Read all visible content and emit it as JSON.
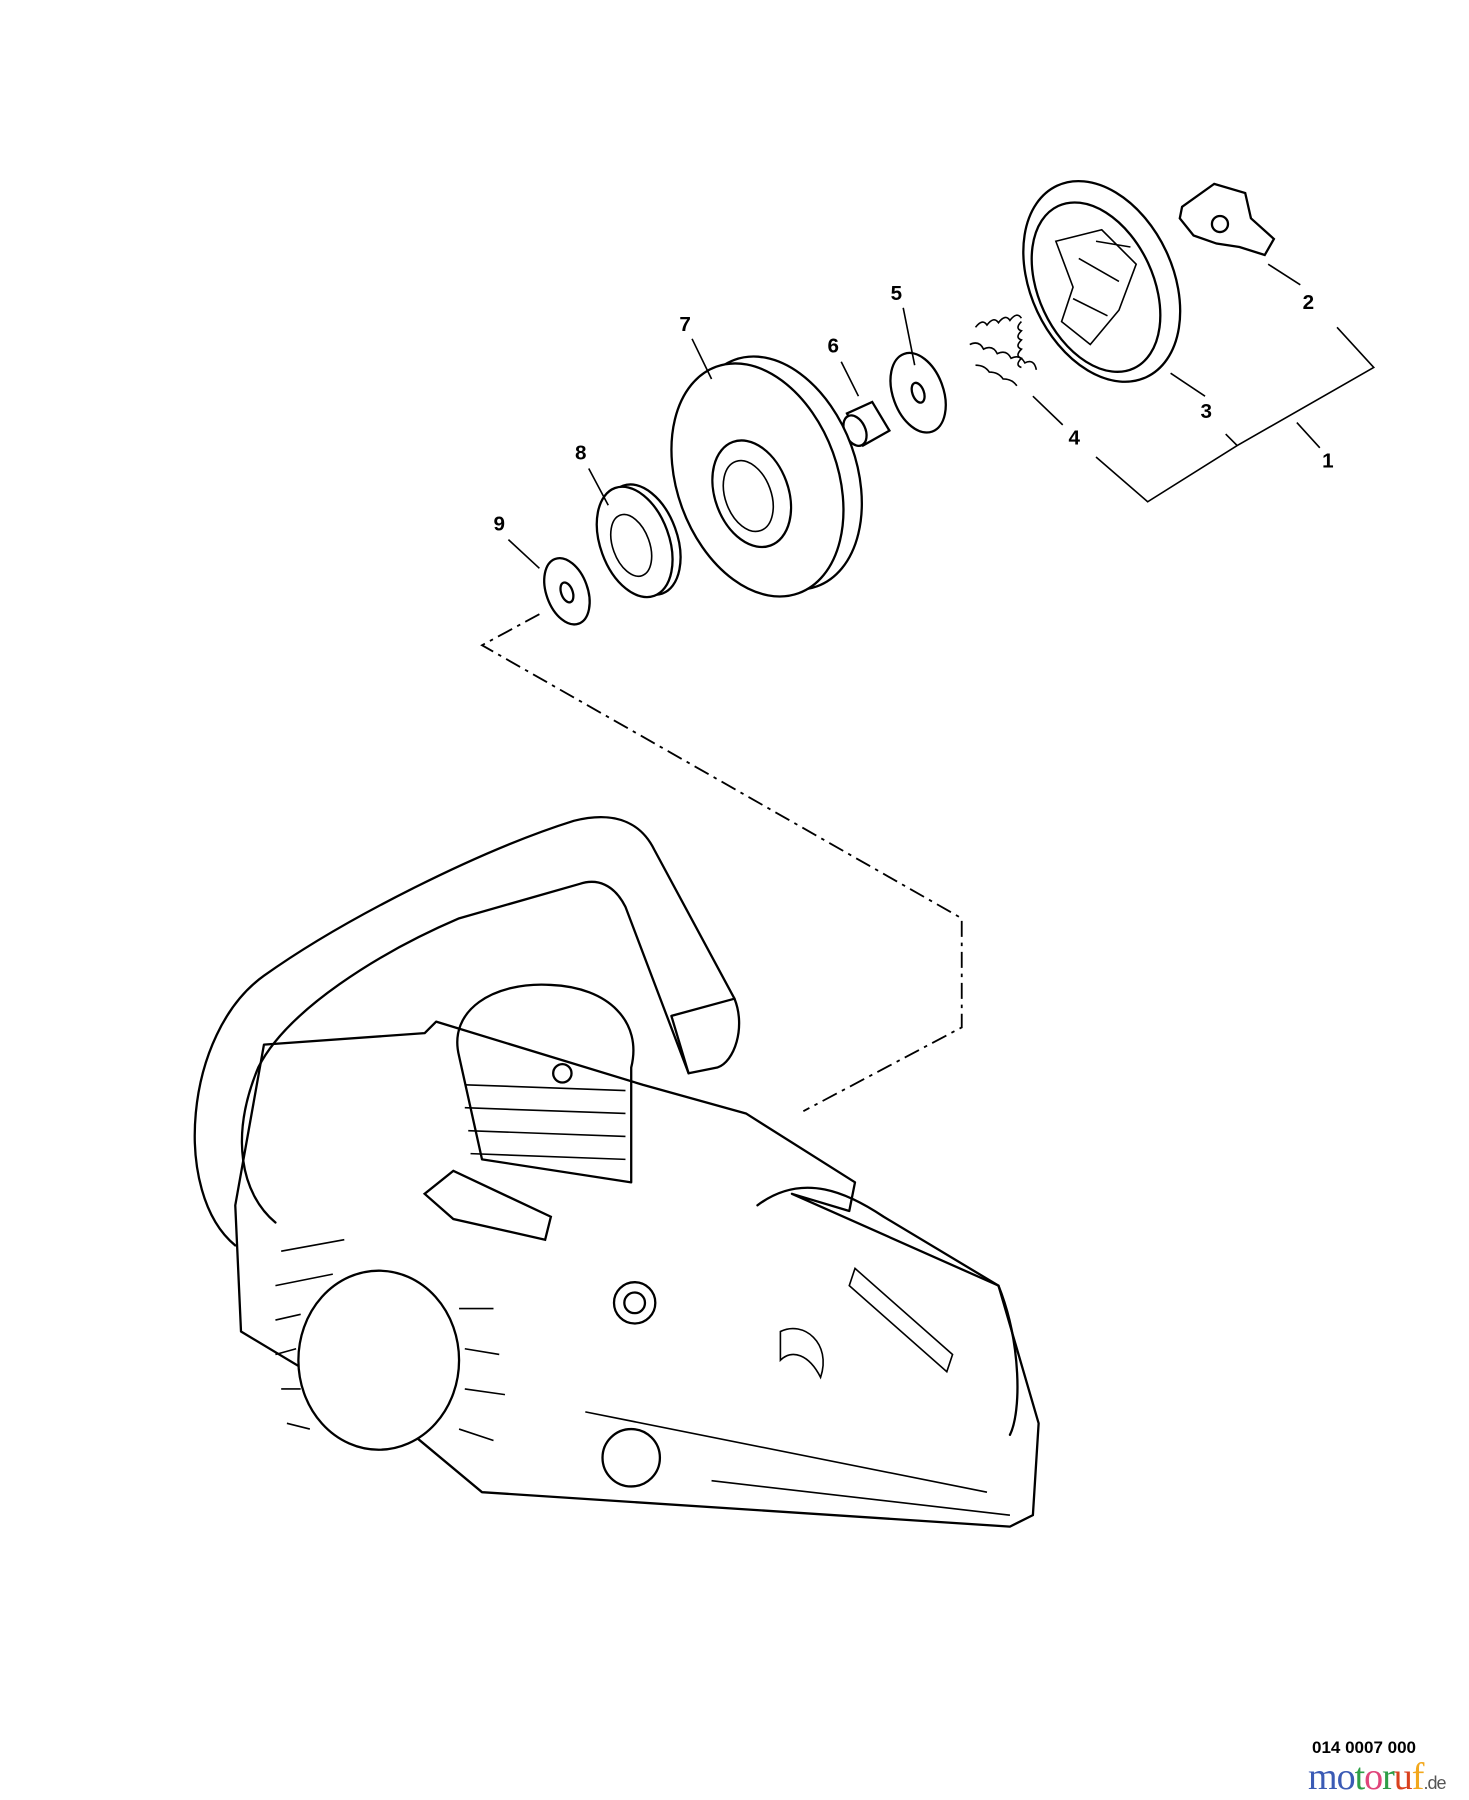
{
  "callouts": {
    "p1": "1",
    "p2": "2",
    "p3": "3",
    "p4": "4",
    "p5": "5",
    "p6": "6",
    "p7": "7",
    "p8": "8",
    "p9": "9"
  },
  "drawing_code": "014 0007 000",
  "watermark": {
    "text": "motoruf",
    "suffix": ".de",
    "letter_colors": [
      "#3b5bb5",
      "#3b5bb5",
      "#2e9e47",
      "#e0457b",
      "#2e9e47",
      "#d9411e",
      "#f2a81d"
    ]
  }
}
